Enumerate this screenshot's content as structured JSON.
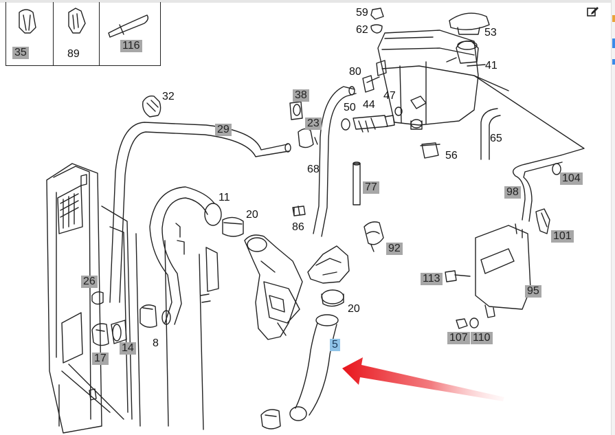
{
  "legend_parts": [
    {
      "label": "35",
      "highlighted": true
    },
    {
      "label": "89",
      "highlighted": false
    },
    {
      "label": "116",
      "highlighted": true
    }
  ],
  "parts": [
    {
      "label": "59",
      "highlighted": false
    },
    {
      "label": "62",
      "highlighted": false
    },
    {
      "label": "53",
      "highlighted": false
    },
    {
      "label": "41",
      "highlighted": false
    },
    {
      "label": "80",
      "highlighted": false
    },
    {
      "label": "47",
      "highlighted": false
    },
    {
      "label": "50",
      "highlighted": false
    },
    {
      "label": "44",
      "highlighted": false
    },
    {
      "label": "38",
      "highlighted": true
    },
    {
      "label": "23",
      "highlighted": true
    },
    {
      "label": "32",
      "highlighted": false
    },
    {
      "label": "29",
      "highlighted": true
    },
    {
      "label": "68",
      "highlighted": false
    },
    {
      "label": "56",
      "highlighted": false
    },
    {
      "label": "65",
      "highlighted": false
    },
    {
      "label": "104",
      "highlighted": true
    },
    {
      "label": "77",
      "highlighted": true
    },
    {
      "label": "98",
      "highlighted": true
    },
    {
      "label": "11",
      "highlighted": false
    },
    {
      "label": "20",
      "highlighted": false
    },
    {
      "label": "86",
      "highlighted": false
    },
    {
      "label": "101",
      "highlighted": true
    },
    {
      "label": "92",
      "highlighted": true
    },
    {
      "label": "26",
      "highlighted": true
    },
    {
      "label": "113",
      "highlighted": true
    },
    {
      "label": "95",
      "highlighted": true
    },
    {
      "label": "20",
      "highlighted": false
    },
    {
      "label": "8",
      "highlighted": false
    },
    {
      "label": "14",
      "highlighted": true
    },
    {
      "label": "17",
      "highlighted": true
    },
    {
      "label": "107",
      "highlighted": true
    },
    {
      "label": "110",
      "highlighted": true
    },
    {
      "label": "5",
      "highlighted": true,
      "selected": true
    }
  ],
  "colors": {
    "highlight": "#a7a7a7",
    "selected": "#8fc3e8",
    "arrow": "#e8141b",
    "line": "#222222"
  },
  "icons": {
    "edit": "edit-icon",
    "arrow": "pointer-arrow"
  }
}
